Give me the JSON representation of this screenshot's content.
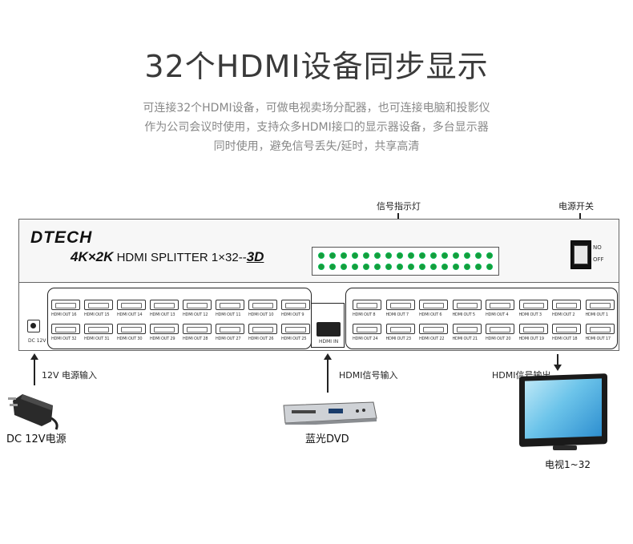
{
  "heading": "32个HDMI设备同步显示",
  "description": [
    "可连接32个HDMI设备，可做电视卖场分配器，也可连接电脑和投影仪",
    "作为公司会议时使用，支持众多HDMI接口的显示器设备，多台显示器",
    "同时使用，避免信号丢失/延时，共享高清"
  ],
  "callouts": {
    "signal_led": "信号指示灯",
    "power_switch": "电源开关",
    "power_input": "12V 电源输入",
    "hdmi_input": "HDMI信号输入",
    "hdmi_output": "HDMI信号输出"
  },
  "device": {
    "brand": "DTECH",
    "model_prefix": "4K×2K",
    "model_name": "HDMI SPLITTER 1×32--",
    "model_suffix": "3D",
    "switch_on": "NO",
    "switch_off": "OFF",
    "dc_label": "DC 12V",
    "hdmi_in_label": "HDMI IN",
    "ports_left_top": [
      "HDMI OUT 16",
      "HDMI OUT 15",
      "HDMI OUT 14",
      "HDMI OUT 13",
      "HDMI OUT 12",
      "HDMI OUT 11",
      "HDMI OUT 10",
      "HDMI OUT 9"
    ],
    "ports_left_bottom": [
      "HDMI OUT 32",
      "HDMI OUT 31",
      "HDMI OUT 30",
      "HDMI OUT 29",
      "HDMI OUT 28",
      "HDMI OUT 27",
      "HDMI OUT 26",
      "HDMI OUT 25"
    ],
    "ports_right_top": [
      "HDMI OUT 8",
      "HDMI OUT 7",
      "HDMI OUT 6",
      "HDMI OUT 5",
      "HDMI OUT 4",
      "HDMI OUT 3",
      "HDMI OUT 2",
      "HDMI OUT 1"
    ],
    "ports_right_bottom": [
      "HDMI OUT 24",
      "HDMI OUT 23",
      "HDMI OUT 22",
      "HDMI OUT 21",
      "HDMI OUT 20",
      "HDMI OUT 19",
      "HDMI OUT 18",
      "HDMI OUT 17"
    ]
  },
  "captions": {
    "adapter": "DC 12V电源",
    "dvd": "蓝光DVD",
    "tv": "电视1~32"
  },
  "colors": {
    "led": "#1a9a3a",
    "tv_screen": "#6cc4ea"
  }
}
